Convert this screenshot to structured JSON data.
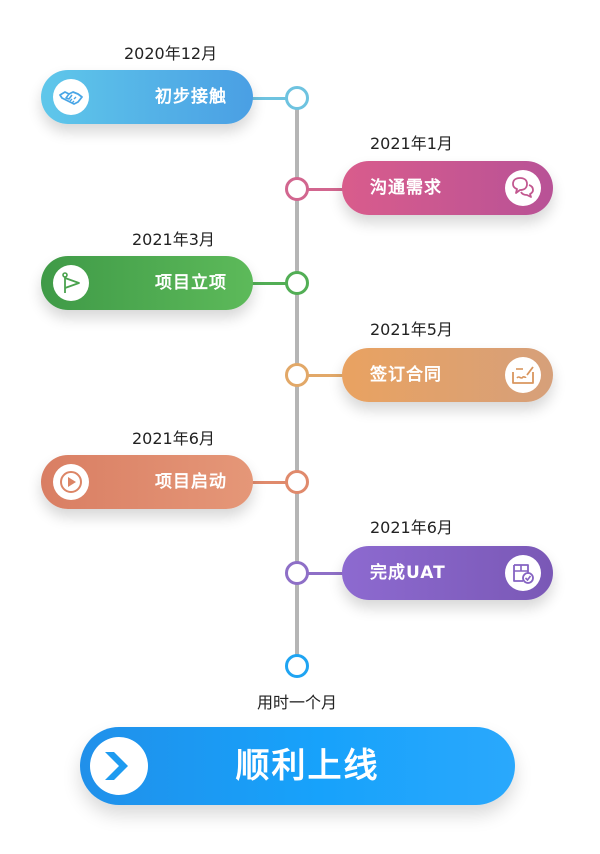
{
  "milestones": [
    {
      "date": "2020年12月",
      "label": "初步接触",
      "icon": "handshake-icon",
      "color": "#6ec3e0",
      "gradient": [
        "#5fc7ea",
        "#4a9fe4"
      ]
    },
    {
      "date": "2021年1月",
      "label": "沟通需求",
      "icon": "chat-bubbles-icon",
      "color": "#d2668f",
      "gradient": [
        "#d95c8c",
        "#b85296"
      ]
    },
    {
      "date": "2021年3月",
      "label": "项目立项",
      "icon": "flag-icon",
      "color": "#52ae55",
      "gradient": [
        "#3f9a47",
        "#5dba5a"
      ]
    },
    {
      "date": "2021年5月",
      "label": "签订合同",
      "icon": "contract-sign-icon",
      "color": "#e2a868",
      "gradient": [
        "#e9a261",
        "#d6a07a"
      ]
    },
    {
      "date": "2021年6月",
      "label": "项目启动",
      "icon": "play-icon",
      "color": "#e08a6c",
      "gradient": [
        "#d97e63",
        "#e59778"
      ]
    },
    {
      "date": "2021年6月",
      "label": "完成UAT",
      "icon": "box-check-icon",
      "color": "#8e6fc7",
      "gradient": [
        "#8d6ad0",
        "#7a58b6"
      ]
    }
  ],
  "footer": {
    "duration": "用时一个月",
    "launch_label": "顺利上线",
    "launch_icon": "play-arrow-icon",
    "color": "#1fa4f2"
  }
}
